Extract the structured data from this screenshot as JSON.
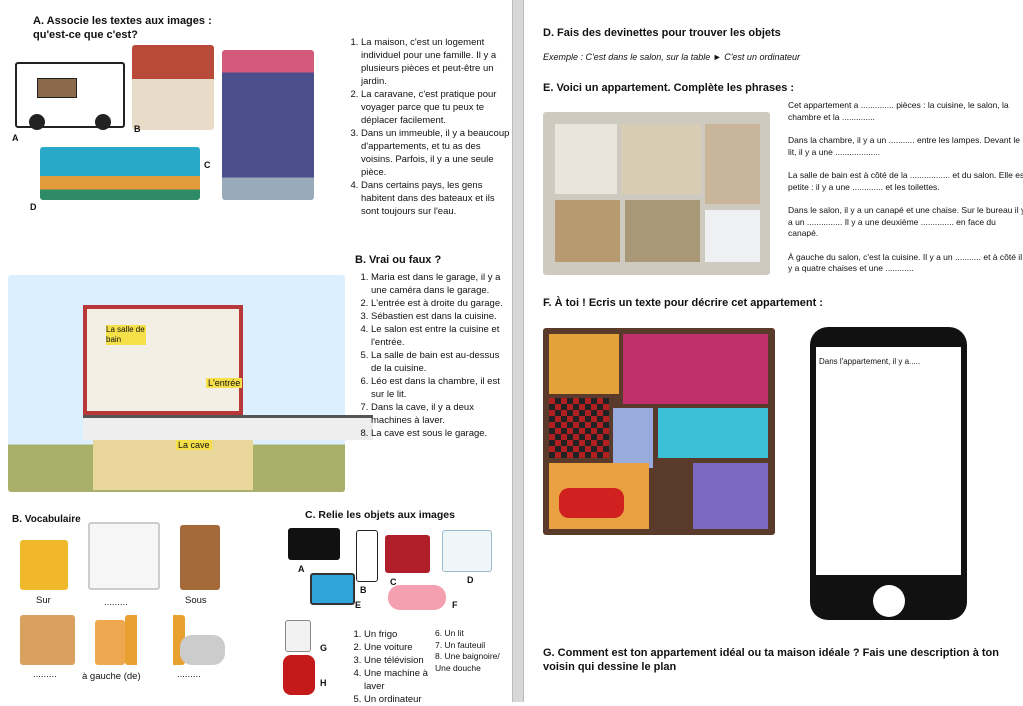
{
  "left_page": {
    "section_a": {
      "title_line1": "A. Associe les textes aux images :",
      "title_line2": "qu'est-ce que c'est?",
      "image_labels": [
        "A",
        "B",
        "C",
        "D"
      ],
      "items": [
        "La maison, c'est un logement individuel pour une famille. Il y a plusieurs pièces et peut-être un jardin.",
        "La caravane, c'est pratique pour voyager parce que tu peux te déplacer facilement.",
        "Dans un immeuble, il y a beaucoup d'appartements, et tu as des voisins. Parfois, il y a une seule pièce.",
        "Dans certains pays, les gens habitent dans des bateaux et ils sont toujours sur l'eau."
      ]
    },
    "house_labels": {
      "bathroom": "La salle de bain",
      "entrance": "L'entrée",
      "cellar": "La cave"
    },
    "section_b_vf": {
      "title": "B. Vrai ou faux ?",
      "items": [
        "Maria est dans le garage, il y a une caméra dans le garage.",
        "L'entrée est à droite du garage.",
        "Sébastien est dans la cuisine.",
        "Le salon est entre la cuisine et l'entrée.",
        "La salle de bain est au-dessus de la cuisine.",
        "Léo est dans la chambre, il est sur le lit.",
        "Dans la cave, il y a deux machines à laver.",
        "La cave est sous le garage."
      ]
    },
    "section_b_vocab": {
      "title": "B. Vocabulaire",
      "labels": [
        "Sur",
        ".........",
        "Sous",
        ".........",
        "à gauche (de)",
        "........."
      ]
    },
    "section_c": {
      "title": "C. Relie les objets aux images",
      "image_labels": [
        "A",
        "B",
        "C",
        "D",
        "E",
        "F",
        "G",
        "H"
      ],
      "items_col1": [
        "Un frigo",
        "Une voiture",
        "Une télévision",
        "Une machine à laver",
        "Un ordinateur"
      ],
      "items_col2": [
        "6. Un lit",
        "7. Un fauteuil",
        "8. Une baignoire/ Une douche"
      ]
    }
  },
  "right_page": {
    "section_d": {
      "title": "D. Fais des devinettes pour trouver les objets",
      "example": "Exemple : C'est dans le salon, sur la table ► C'est un ordinateur"
    },
    "section_e": {
      "title": "E. Voici un appartement. Complète les phrases :",
      "paragraphs": [
        "Cet appartement a .............. pièces : la cuisine, le salon, la chambre et la ..............",
        "Dans la chambre, il y a un ........... entre les lampes. Devant le lit, il y a une ...................",
        "La salle de bain est à côté de la ................. et du salon. Elle est petite : il y a une ............. et les toilettes.",
        "Dans le salon, il y a un canapé et une chaise. Sur le bureau il y a un ............... Il y a une deuxième .............. en face du canapé.",
        "À gauche du salon, c'est la cuisine. Il y a un ........... et à côté il y a quatre chaises et une ............"
      ]
    },
    "section_f": {
      "title": "F. À toi ! Ecris un texte pour décrire cet appartement :",
      "phone_text": "Dans l'appartement, il y a....."
    },
    "section_g": {
      "title": "G. Comment est ton appartement idéal ou ta maison idéale ? Fais une description à ton voisin qui dessine le plan"
    }
  }
}
